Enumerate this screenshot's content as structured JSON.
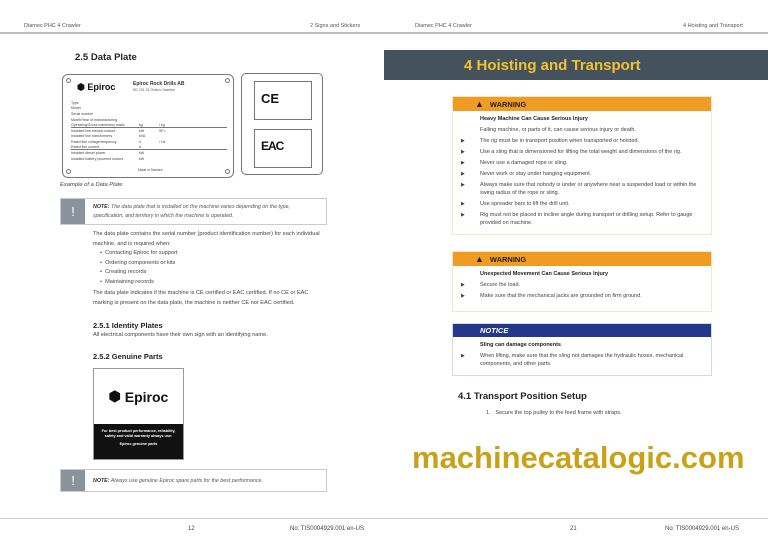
{
  "left_page": {
    "header_left": "Diamec PHC 4 Crawler",
    "header_right": "2 Signs and Stickers",
    "section_title": "2.5  Data Plate",
    "plate": {
      "brand": "Epiroc",
      "company": "Epiroc Rock Drills AB",
      "address": "SE-701 91 Örebro Sweden",
      "rows": [
        [
          "Type",
          "",
          ""
        ],
        [
          "Model",
          "",
          ""
        ],
        [
          "Serial number",
          "",
          ""
        ],
        [
          "Month/Year of manufacturing",
          "",
          ""
        ],
        [
          "Operating/Gross machinery mass",
          "kg",
          "/          kg"
        ],
        [
          "Installed line electric motors",
          "kW",
          "SF="
        ],
        [
          "Installed line transformers",
          "kVA",
          ""
        ],
        [
          "Rated line voltage/frequency",
          "V",
          "/          Hz"
        ],
        [
          "Rated line current",
          "A",
          ""
        ],
        [
          "Installed diesel power",
          "kW",
          ""
        ],
        [
          "Installed battery powered motors",
          "kW",
          ""
        ]
      ],
      "made_in": "Made in Sweden",
      "ce": "CE",
      "eac": "EAC"
    },
    "caption": "Example of a Data Plate",
    "note1_label": "NOTE:",
    "note1_text": " The data plate that is installed on the machine varies depending on the type, specification, and territory in which the machine is operated.",
    "para1": "The data plate contains the serial number (product identification number) for each individual machine, and is required when:",
    "bullets": [
      "Contacting Epiroc for support",
      "Ordering components or kits",
      "Creating records",
      "Maintaining records"
    ],
    "para2": "The data plate indicates if the machine is CE certified or EAC certified. If no CE or EAC marking is present on the data plate, the machine is neither CE nor EAC certified.",
    "sub1_title": "2.5.1 Identity Plates",
    "sub1_text": "All electrical components have their own sign with an identifying name.",
    "sub2_title": "2.5.2 Genuine Parts",
    "sticker": {
      "brand": "Epiroc",
      "line1": "For best product performance, reliability, safety and valid warranty always use:",
      "line2": "Epiroc genuine parts"
    },
    "note2_label": "NOTE:",
    "note2_text": " Always use genuine Epiroc spare parts for the best performance.",
    "page_number": "12",
    "doc_no": "No: TIS0004929.001 en-US"
  },
  "right_page": {
    "header_left": "Diamec PHC 4 Crawler",
    "header_right": "4 Hoisting and Transport",
    "chapter_title": "4 Hoisting and Transport",
    "warning1": {
      "label": "WARNING",
      "title": "Heavy Machine Can Cause Serious Injury",
      "text": "Falling machine, or parts of it, can cause serious injury or death.",
      "items": [
        "The rig must be in transport position when transported or hoisted.",
        "Use a sling that is dimensioned for lifting the total weight and dimensions of the rig.",
        "Never use a damaged rope or sling.",
        "Never work or stay under hanging equipment.",
        "Always make sure that nobody is under or anywhere near a suspended load or within the swing radius of the rope or sling.",
        "Use spreader bars to lift the drill unit.",
        "Rig must not be placed in incline angle during transport or drilling setup. Refer to gauge provided on machine."
      ]
    },
    "warning2": {
      "label": "WARNING",
      "title": "Unexpected Movement Can Cause Serious Injury",
      "items": [
        "Secure the load.",
        "Make sure that the mechanical jacks are grounded on firm ground."
      ]
    },
    "notice": {
      "label": "NOTICE",
      "title": "Sling can damage components",
      "items": [
        "When lifting, make sure that the sling not damages the hydraulic hoses, mechanical components, and other parts."
      ]
    },
    "section_title": "4.1  Transport Position Setup",
    "step1_num": "1.",
    "step1": "Secure the top pulley to the feed frame with straps.",
    "page_number": "21",
    "doc_no": "No: TIS0004929.001 en-US"
  },
  "watermark": "machinecatalogic.com",
  "colors": {
    "warning": "#f09c22",
    "notice": "#24378a",
    "chapter_bar": "#44525e",
    "chapter_text": "#f2c230",
    "watermark": "#c9a21a"
  }
}
